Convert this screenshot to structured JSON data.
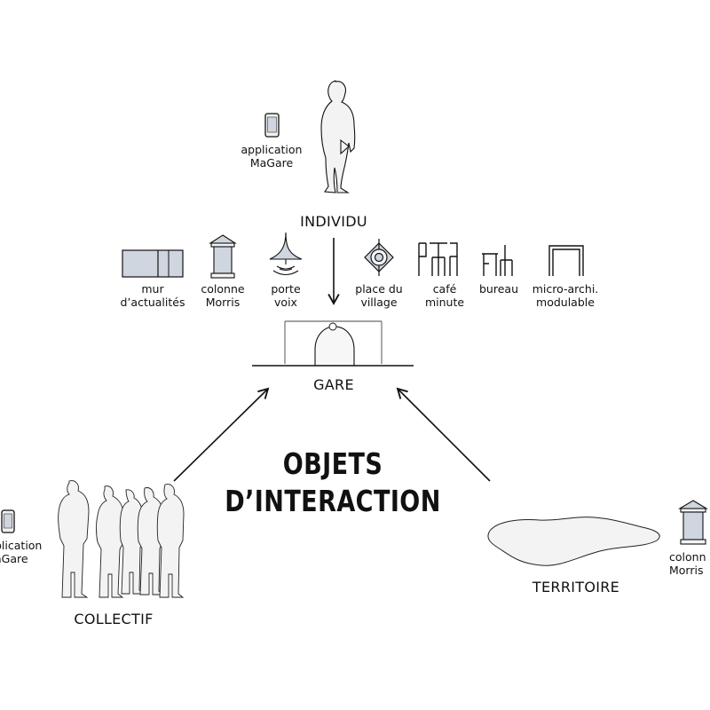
{
  "title": {
    "line1": "OBJETS",
    "line2": "D’INTERACTION"
  },
  "nodes": {
    "individu": "INDIVIDU",
    "gare": "GARE",
    "collectif": "COLLECTIF",
    "territoire": "TERRITOIRE"
  },
  "objects": [
    {
      "label": "mur\nd’actualités",
      "icon": "news-wall-icon"
    },
    {
      "label": "colonne\nMorris",
      "icon": "morris-column-icon"
    },
    {
      "label": "porte\nvoix",
      "icon": "speaker-beacon-icon"
    },
    {
      "label": "place du\nvillage",
      "icon": "roundabout-icon"
    },
    {
      "label": "café\nminute",
      "icon": "cafe-tables-icon"
    },
    {
      "label": "bureau",
      "icon": "desk-chair-icon"
    },
    {
      "label": "micro-archi.\nmodulable",
      "icon": "modular-frame-icon"
    }
  ],
  "app_individu": "application\nMaGare",
  "app_collectif": "plication\naGare",
  "morris_territoire": "colonn\nMorris",
  "colors": {
    "ink": "#111111",
    "fill_light": "#f3f3f3",
    "panel": "#cfd6df"
  }
}
